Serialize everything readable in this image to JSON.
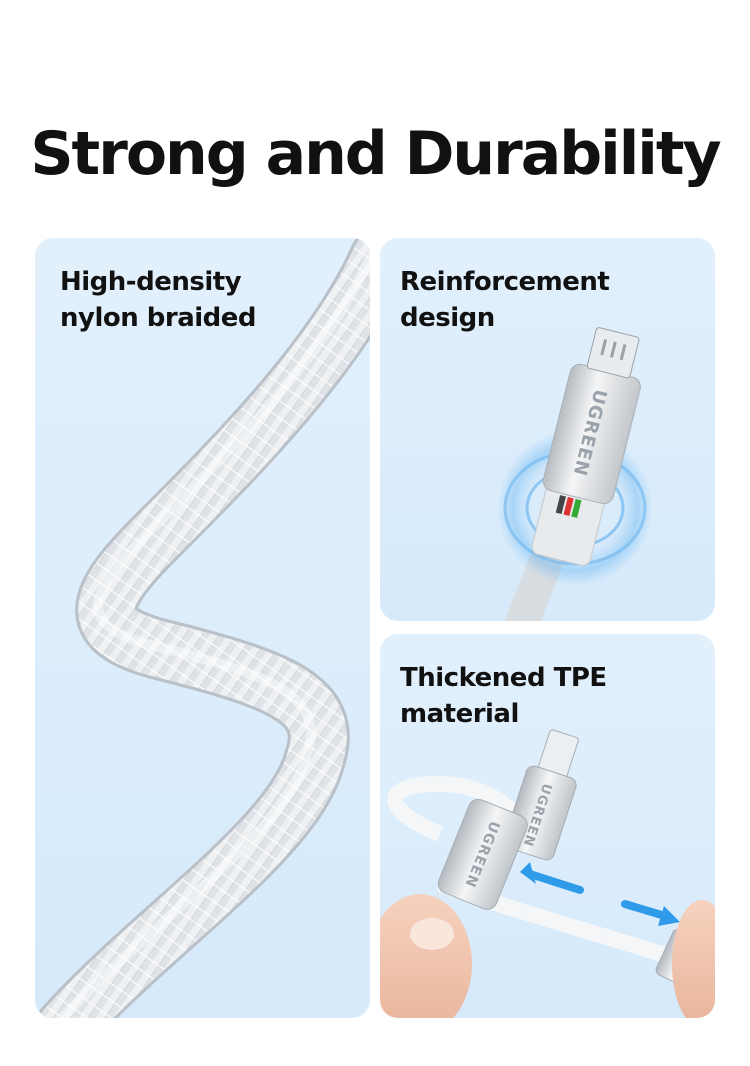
{
  "headline": "Strong and Durability",
  "panels": [
    {
      "title": "High-density\nnylon braided",
      "image": "braided-cable-image"
    },
    {
      "title": "Reinforcement\ndesign",
      "image": "micro-usb-connector-image",
      "brand_mark": "UGREEN"
    },
    {
      "title": "Thickened TPE\n material",
      "image": "bendable-lightning-adapter-image",
      "brand_mark": "UGREEN"
    }
  ],
  "colors": {
    "panel_bg": "#dcecfb",
    "accent_arrow": "#2f9be8",
    "text": "#111111",
    "metal": "#d6d9dc"
  },
  "icons": [
    "double-arrow-icon"
  ]
}
